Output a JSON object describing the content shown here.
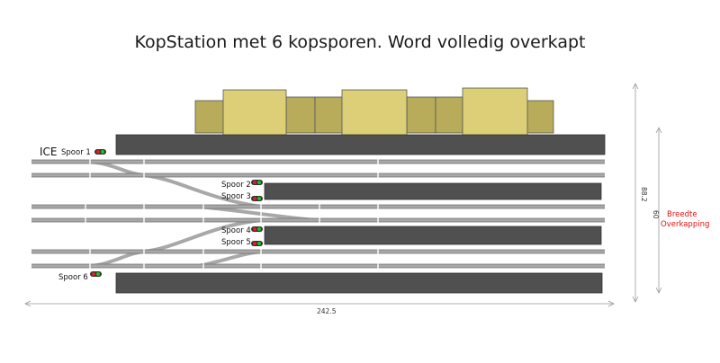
{
  "title": "KopStation met 6 kopsporen. Word volledig overkapt",
  "labels": {
    "ice": "ICE",
    "spoor1": "Spoor 1",
    "spoor2": "Spoor 2",
    "spoor3": "Spoor 3",
    "spoor4": "Spoor 4",
    "spoor5": "Spoor 5",
    "spoor6": "Spoor 6"
  },
  "dimensions": {
    "length": "242.5",
    "depth": "88.2",
    "roof_width": "60",
    "roof_label_line1": "Breedte",
    "roof_label_line2": "Overkapping"
  },
  "colors": {
    "platform": "#505050",
    "track": "#a8a8a8",
    "building_light": "#dccf78",
    "building_dark": "#b8ab5a",
    "annotation": "#e01010"
  }
}
